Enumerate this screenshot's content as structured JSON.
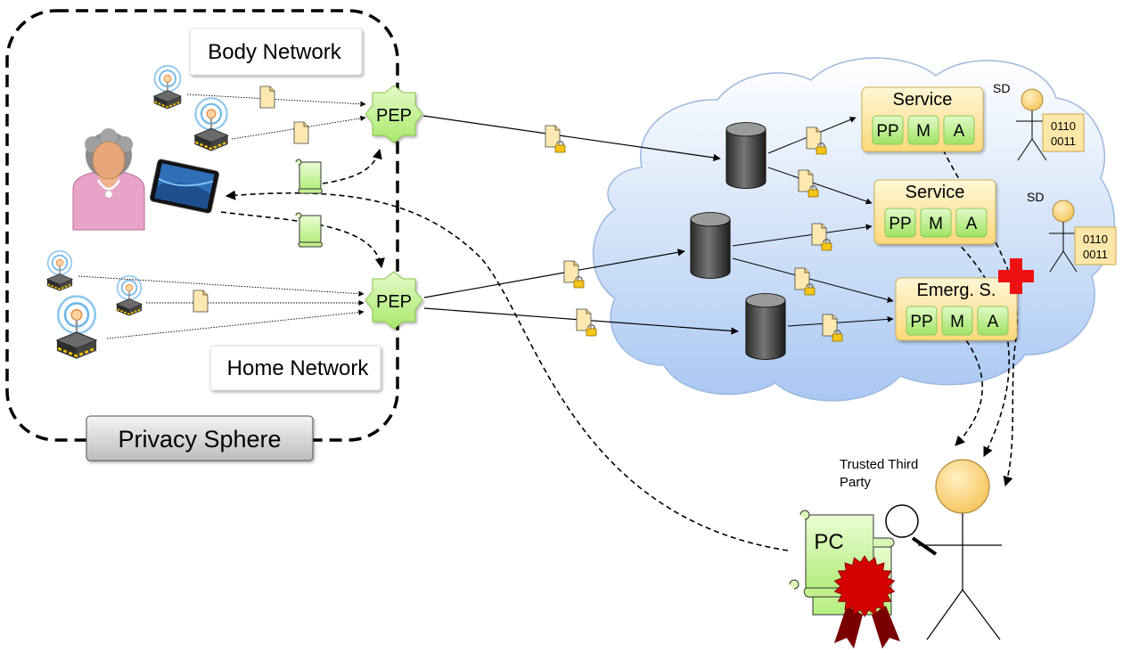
{
  "privacy_sphere": {
    "label": "Privacy Sphere"
  },
  "body_network": {
    "label": "Body Network"
  },
  "home_network": {
    "label": "Home Network"
  },
  "pep_top": {
    "label": "PEP"
  },
  "pep_bottom": {
    "label": "PEP"
  },
  "services": [
    {
      "title": "Service",
      "modules": [
        "PP",
        "M",
        "A"
      ]
    },
    {
      "title": "Service",
      "modules": [
        "PP",
        "M",
        "A"
      ]
    },
    {
      "title": "Emerg. S.",
      "modules": [
        "PP",
        "M",
        "A"
      ]
    }
  ],
  "sd_top": {
    "label": "SD",
    "bits": [
      "0110",
      "0011"
    ]
  },
  "sd_bottom": {
    "label": "SD",
    "bits": [
      "0110",
      "0011"
    ]
  },
  "trusted_third_party": {
    "line1": "Trusted Third",
    "line2": "Party"
  },
  "privacy_certificate": {
    "label": "PC"
  },
  "icons": {
    "user": "elderly-woman-icon",
    "tablet": "tablet-icon",
    "sensor": "wireless-sensor-icon",
    "document": "document-icon",
    "locked_document": "locked-document-icon",
    "policy": "policy-scroll-icon",
    "database": "database-icon",
    "emergency": "red-cross-icon",
    "magnifier": "magnifier-icon",
    "seal": "seal-icon"
  },
  "colors": {
    "cloud_top": "#ffffff",
    "cloud_bottom": "#a9c8f2",
    "pep_green": "#c6f28e",
    "service_fill": "#fde7a8",
    "module_green": "#b9ee8a",
    "emergency_red": "#ee1111",
    "seal_red": "#d40000"
  }
}
